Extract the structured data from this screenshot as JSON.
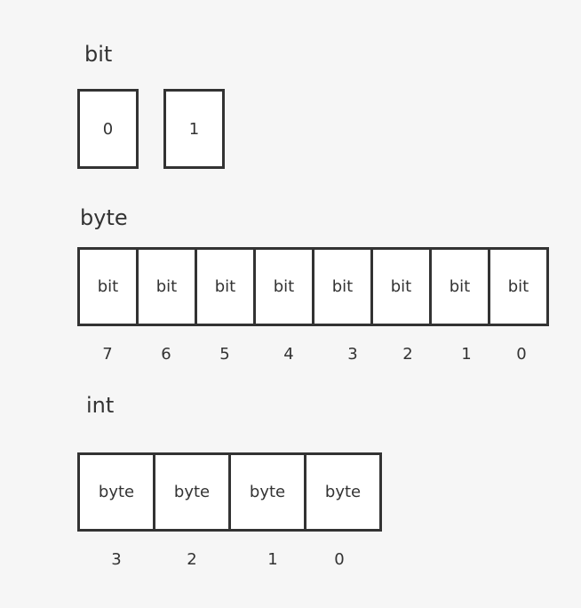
{
  "bit_section": {
    "title": "bit",
    "values": [
      "0",
      "1"
    ]
  },
  "byte_section": {
    "title": "byte",
    "cells": [
      "bit",
      "bit",
      "bit",
      "bit",
      "bit",
      "bit",
      "bit",
      "bit"
    ],
    "indices": [
      "7",
      "6",
      "5",
      "4",
      "3",
      "2",
      "1",
      "0"
    ]
  },
  "int_section": {
    "title": "int",
    "cells": [
      "byte",
      "byte",
      "byte",
      "byte"
    ],
    "indices": [
      "3",
      "2",
      "1",
      "0"
    ]
  },
  "colors": {
    "background": "#f6f6f6",
    "box_fill": "#ffffff",
    "stroke": "#333333",
    "text": "#333333"
  }
}
